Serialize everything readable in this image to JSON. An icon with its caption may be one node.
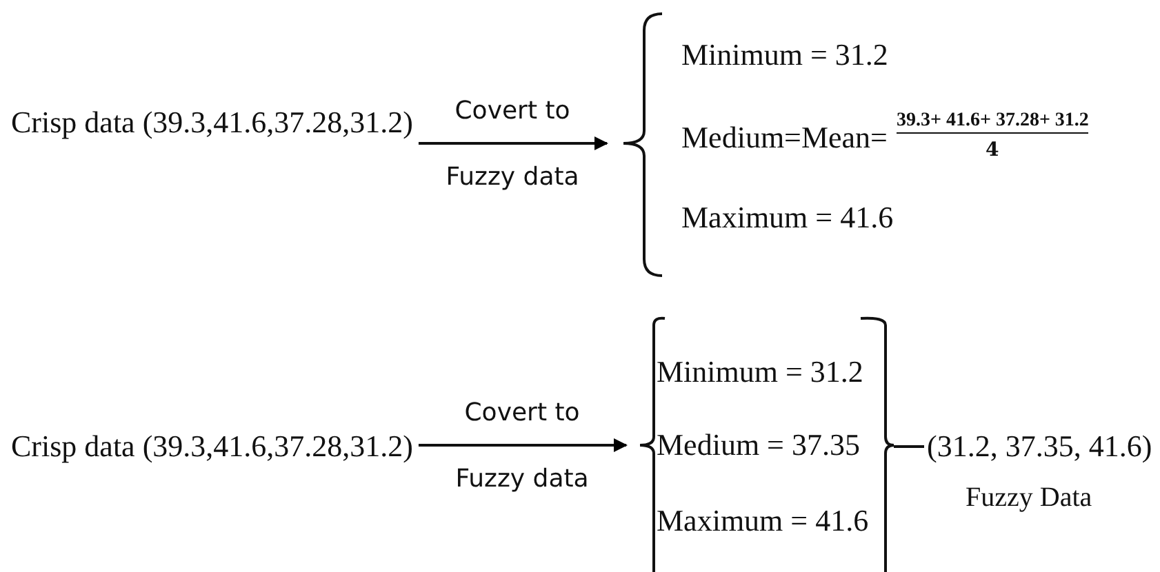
{
  "diagram": {
    "nodes": [
      {
        "text": [
          "Crisp data (39.3,41.6,37.28,31.2)"
        ]
      },
      {
        "text": [
          "Minimum = 31.2",
          "Medium=Mean=",
          "39.3+ 41.6+ 37.28+ 31.2",
          "4",
          "Maximum = 41.6"
        ]
      },
      {
        "text": [
          "Crisp data (39.3,41.6,37.28,31.2)"
        ]
      },
      {
        "text": [
          "Minimum = 31.2",
          "Medium = 37.35",
          "Maximum = 41.6"
        ]
      },
      {
        "text": [
          "(31.2, 37.35, 41.6)"
        ],
        "beside": [
          "Fuzzy Data"
        ]
      }
    ],
    "edges": [
      {
        "from": 0,
        "to": 1,
        "arrow": "to",
        "label": "Covert to"
      },
      {
        "from": 2,
        "to": 3,
        "arrow": "to",
        "label": "Covert to"
      },
      {
        "from": 3,
        "to": 4,
        "arrow": "none"
      }
    ],
    "labels": [
      "Fuzzy data",
      "Fuzzy data"
    ]
  }
}
